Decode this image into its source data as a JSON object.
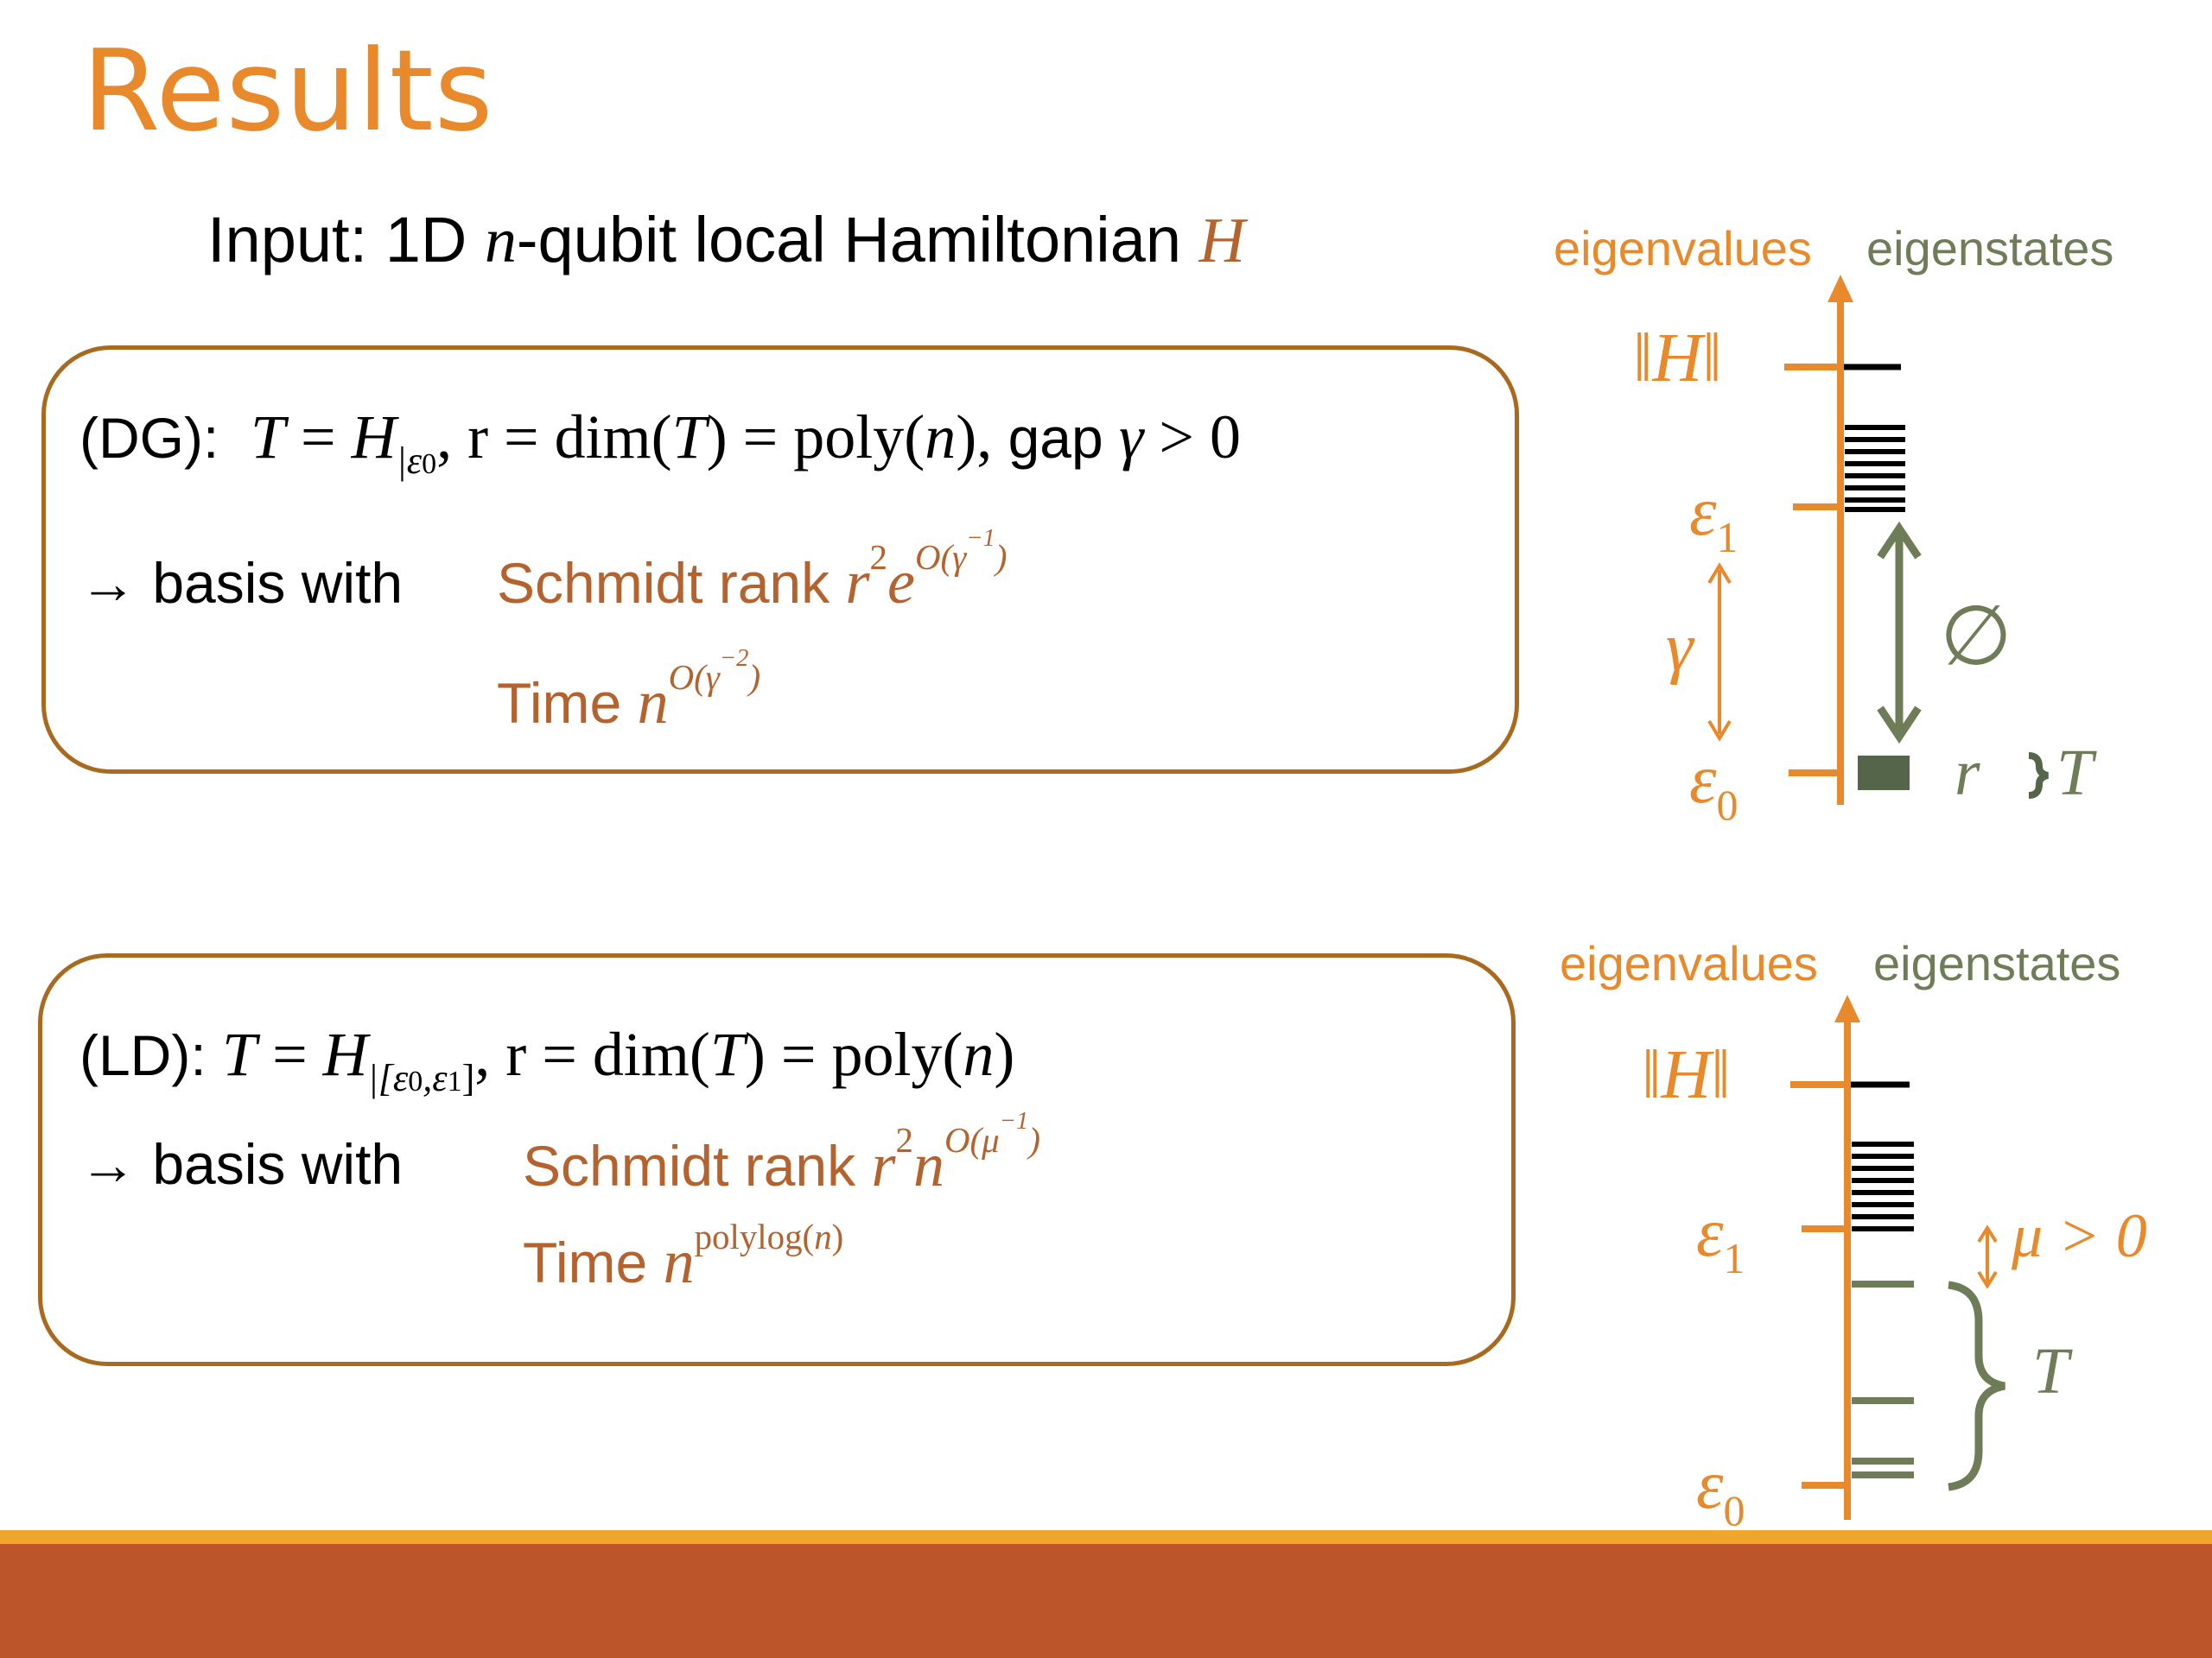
{
  "title": "Results",
  "input_line": {
    "prefix": "Input: 1D ",
    "n": "n",
    "mid": "-qubit local Hamiltonian ",
    "H": "H"
  },
  "dg": {
    "label": "(DG):",
    "T": "T",
    "eq": "=",
    "H": "H",
    "sub": "|ε",
    "sub0": "0",
    "r_def": ", r = dim(",
    "T2": "T",
    "poly": ") = poly(",
    "n": "n",
    "close": "),",
    "gap": " gap ",
    "gamma": "γ",
    "gt0": " > 0",
    "arrow": "→ basis with",
    "schmidt_label": "Schmidt rank ",
    "schmidt_r": "r",
    "schmidt_r_exp": "2",
    "schmidt_e": "e",
    "schmidt_e_exp": "O(γ",
    "schmidt_e_exp2": "−1",
    "schmidt_e_exp3": ")",
    "time_label": "Time ",
    "time_n": "n",
    "time_exp": "O(γ",
    "time_exp2": "−2",
    "time_exp3": ")"
  },
  "ld": {
    "label": "(LD):",
    "T": "T",
    "eq": "=",
    "H": "H",
    "sub": "|[ε",
    "sub0": "0",
    "subc": ",ε",
    "sub1": "1",
    "subend": "]",
    "r_def": ",  r = dim(",
    "T2": "T",
    "poly": ") = poly(",
    "n": "n",
    "close": ")",
    "arrow": "→ basis with",
    "schmidt_label": "Schmidt rank ",
    "schmidt_r": "r",
    "schmidt_r_exp": "2",
    "schmidt_n": "n",
    "schmidt_n_exp": "O(μ",
    "schmidt_n_exp2": "−1",
    "schmidt_n_exp3": ")",
    "time_label": "Time ",
    "time_n": "n",
    "time_exp": "polylog(",
    "time_exp_n": "n",
    "time_exp_close": ")"
  },
  "diagram1": {
    "eigenvalues_label": "eigenvalues",
    "eigenstates_label": "eigenstates",
    "norm_H": "‖H‖",
    "eps1": "ε",
    "eps1_sub": "1",
    "eps0": "ε",
    "eps0_sub": "0",
    "gamma": "γ",
    "empty": "∅",
    "r": "r",
    "T": "T"
  },
  "diagram2": {
    "eigenvalues_label": "eigenvalues",
    "eigenstates_label": "eigenstates",
    "norm_H": "‖H‖",
    "eps1": "ε",
    "eps1_sub": "1",
    "eps0": "ε",
    "eps0_sub": "0",
    "mu": "μ > 0",
    "T": "T"
  },
  "colors": {
    "orange": "#E8892B",
    "brown_text": "#B4622E",
    "green": "#6E7D57",
    "box_border": "#A86A1F",
    "footer": "#BC562A"
  }
}
